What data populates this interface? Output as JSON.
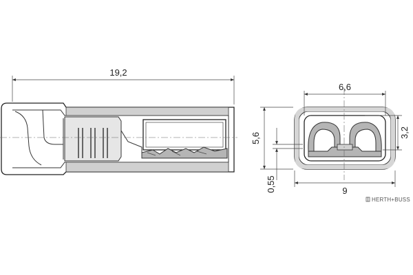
{
  "dimensions": {
    "overall_length": "19,2",
    "opening_width": "6,6",
    "outer_height": "5,6",
    "inner_height": "3,2",
    "wall_thickness": "0,55",
    "outer_width": "9"
  },
  "brand": {
    "name": "HERTH+BUSS",
    "color": "#555555"
  },
  "colors": {
    "line": "#333333",
    "shade": "#b5b5b5",
    "background": "#ffffff"
  }
}
